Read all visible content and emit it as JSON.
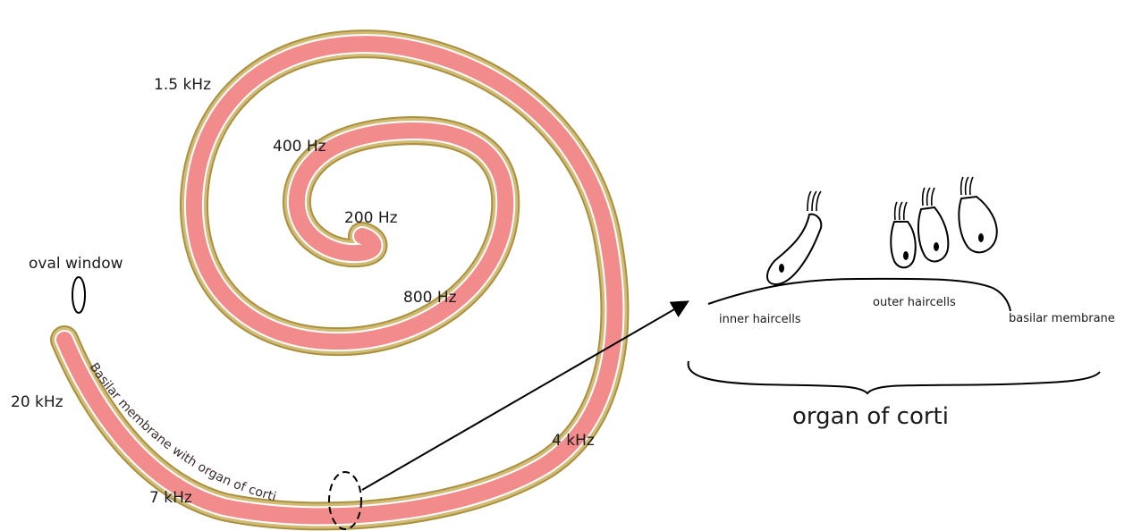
{
  "colors": {
    "membrane": "#f28b8b",
    "bone": "#d2bc75",
    "bone_edge": "#a8913f",
    "ink": "#000000"
  },
  "labels": {
    "f_1_5k": "1.5 kHz",
    "f_400": "400 Hz",
    "f_200": "200 Hz",
    "f_800": "800 Hz",
    "f_20k": "20 kHz",
    "f_4k": "4 kHz",
    "f_7k": "7 kHz",
    "oval_window": "oval window",
    "curve_text": "Basilar membrane with organ of corti",
    "inner_haircells": "inner haircells",
    "outer_haircells": "outer haircells",
    "basilar_membrane": "basilar membrane",
    "organ_of_corti": "organ of corti"
  }
}
